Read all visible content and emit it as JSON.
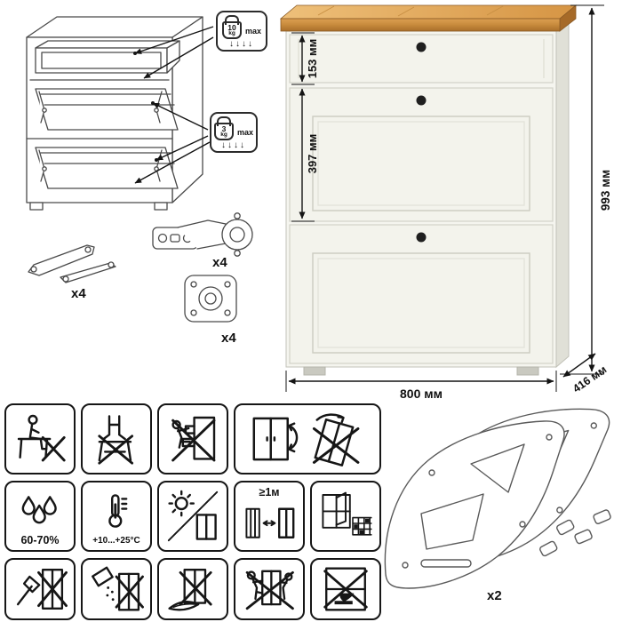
{
  "product": {
    "dimensions": {
      "drawer_height": "153 мм",
      "flap_height": "397 мм",
      "total_height": "993 мм",
      "width": "800 мм",
      "depth": "416 мм"
    }
  },
  "load_limits": {
    "drawer": {
      "value": "10",
      "unit": "kg",
      "max_label": "max",
      "arrows": "↓↓↓↓"
    },
    "flap": {
      "value": "3",
      "unit": "kg",
      "max_label": "max",
      "arrows": "↓↓↓↓"
    }
  },
  "hardware": {
    "hinge_count": "x4",
    "stay_count": "x4",
    "fitting_count": "x4",
    "frame_count": "x2"
  },
  "care": {
    "humidity": "60-70%",
    "temperature": "+10...+25°C",
    "distance": "≥1м"
  }
}
